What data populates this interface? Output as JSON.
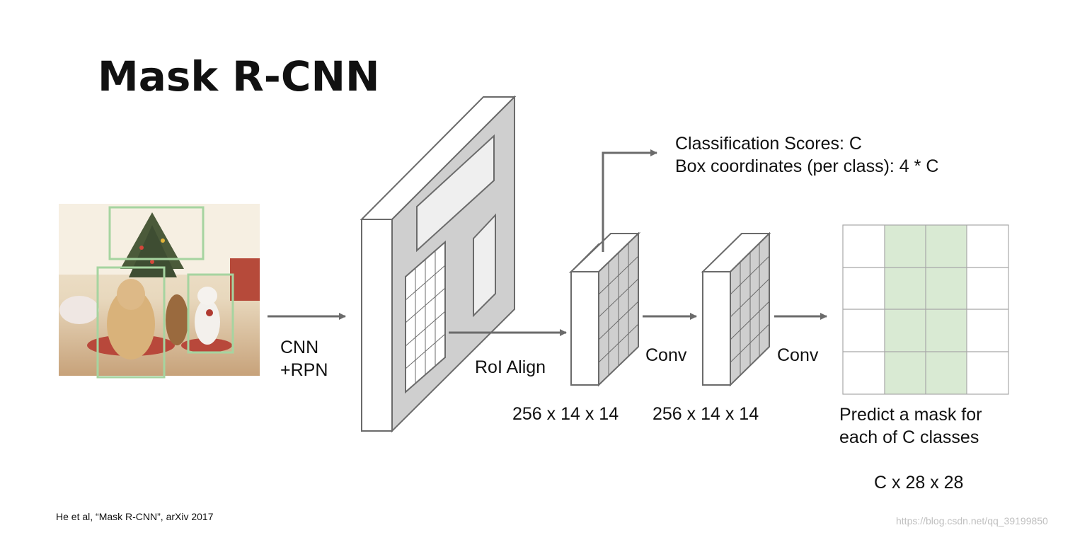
{
  "title": "Mask R-CNN",
  "labels": {
    "cnn_rpn_line1": "CNN",
    "cnn_rpn_line2": "+RPN",
    "roi_align": "RoI Align",
    "conv_1": "Conv",
    "conv_2": "Conv",
    "dims_1": "256 x 14 x 14",
    "dims_2": "256 x 14 x 14",
    "classification_scores": "Classification Scores: C",
    "box_coordinates": "Box coordinates (per class): 4 * C",
    "predict_mask_line1": "Predict a mask for",
    "predict_mask_line2": "each of C classes",
    "mask_dims": "C x 28 x 28"
  },
  "citation": "He et al, “Mask R-CNN”, arXiv 2017",
  "watermark": "https://blog.csdn.net/qq_39199850",
  "colors": {
    "arrow": "#6b6b6b",
    "feature_map_fill": "#cfcfcf",
    "box_stroke": "#6b6b6b",
    "mask_fill": "#d9ead3",
    "detection_box": "#a6d4a0"
  }
}
